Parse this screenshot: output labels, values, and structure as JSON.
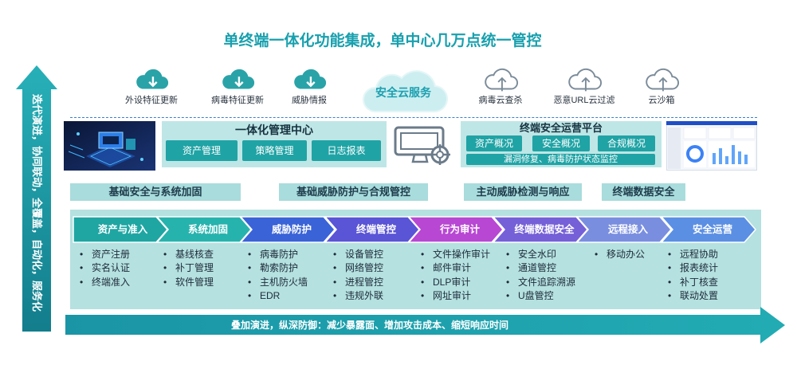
{
  "title": "单终端一体化功能集成，单中心几万点统一管控",
  "side_arrow": {
    "text": "迭代演进，协同联动，全覆盖，自动化，服务化"
  },
  "cloud_service": {
    "center_label": "安全云服务",
    "downloads": [
      {
        "label": "外设特征更新",
        "icon": "cloud-download-icon"
      },
      {
        "label": "病毒特征更新",
        "icon": "cloud-download-icon"
      },
      {
        "label": "威胁情报",
        "icon": "cloud-download-icon"
      }
    ],
    "uploads": [
      {
        "label": "病毒云查杀",
        "icon": "cloud-upload-icon"
      },
      {
        "label": "恶意URL云过滤",
        "icon": "cloud-upload-icon"
      },
      {
        "label": "云沙箱",
        "icon": "cloud-upload-icon"
      }
    ]
  },
  "management_center": {
    "title": "一体化管理中心",
    "buttons": [
      "资产管理",
      "策略管理",
      "日志报表"
    ]
  },
  "ops_platform": {
    "title": "终端安全运营平台",
    "buttons": [
      "资产概况",
      "安全概况",
      "合规概况"
    ],
    "monitor_bar": "漏洞修复、病毒防护状态监控"
  },
  "categories": [
    "基础安全与系统加固",
    "基础威胁防护与合规管控",
    "主动威胁检测与响应",
    "终端数据安全"
  ],
  "modules": [
    {
      "name": "资产与准入",
      "color": "#1fa6a3",
      "items": [
        "资产注册",
        "实名认证",
        "终端准入"
      ]
    },
    {
      "name": "系统加固",
      "color": "#27b3ad",
      "items": [
        "基线核查",
        "补丁管理",
        "软件管理"
      ]
    },
    {
      "name": "威胁防护",
      "color": "#3a63d8",
      "items": [
        "病毒防护",
        "勒索防护",
        "主机防火墙",
        "EDR"
      ]
    },
    {
      "name": "终端管控",
      "color": "#5a54d6",
      "items": [
        "设备管控",
        "网络管控",
        "进程管控",
        "违规外联"
      ]
    },
    {
      "name": "行为审计",
      "color": "#b847d3",
      "items": [
        "文件操作审计",
        "邮件审计",
        "DLP审计",
        "网址审计"
      ]
    },
    {
      "name": "终端数据安全",
      "color": "#7660d8",
      "items": [
        "安全水印",
        "通道管控",
        "文件追踪溯源",
        "U盘管控"
      ]
    },
    {
      "name": "远程接入",
      "color": "#7a8ee0",
      "items": [
        "移动办公"
      ]
    },
    {
      "name": "安全运营",
      "color": "#5b8fe4",
      "items": [
        "远程协助",
        "报表统计",
        "补丁核查",
        "联动处置"
      ]
    }
  ],
  "bottom_arrow": {
    "text": "叠加演进，纵深防御：减少暴露面、增加攻击成本、缩短响应时间"
  },
  "colors": {
    "accent": "#18a0ae",
    "panel": "#b5e1e0",
    "box": "#bfe6e6",
    "button": "#20a3a5",
    "dash_line": "#3b7fd0"
  }
}
